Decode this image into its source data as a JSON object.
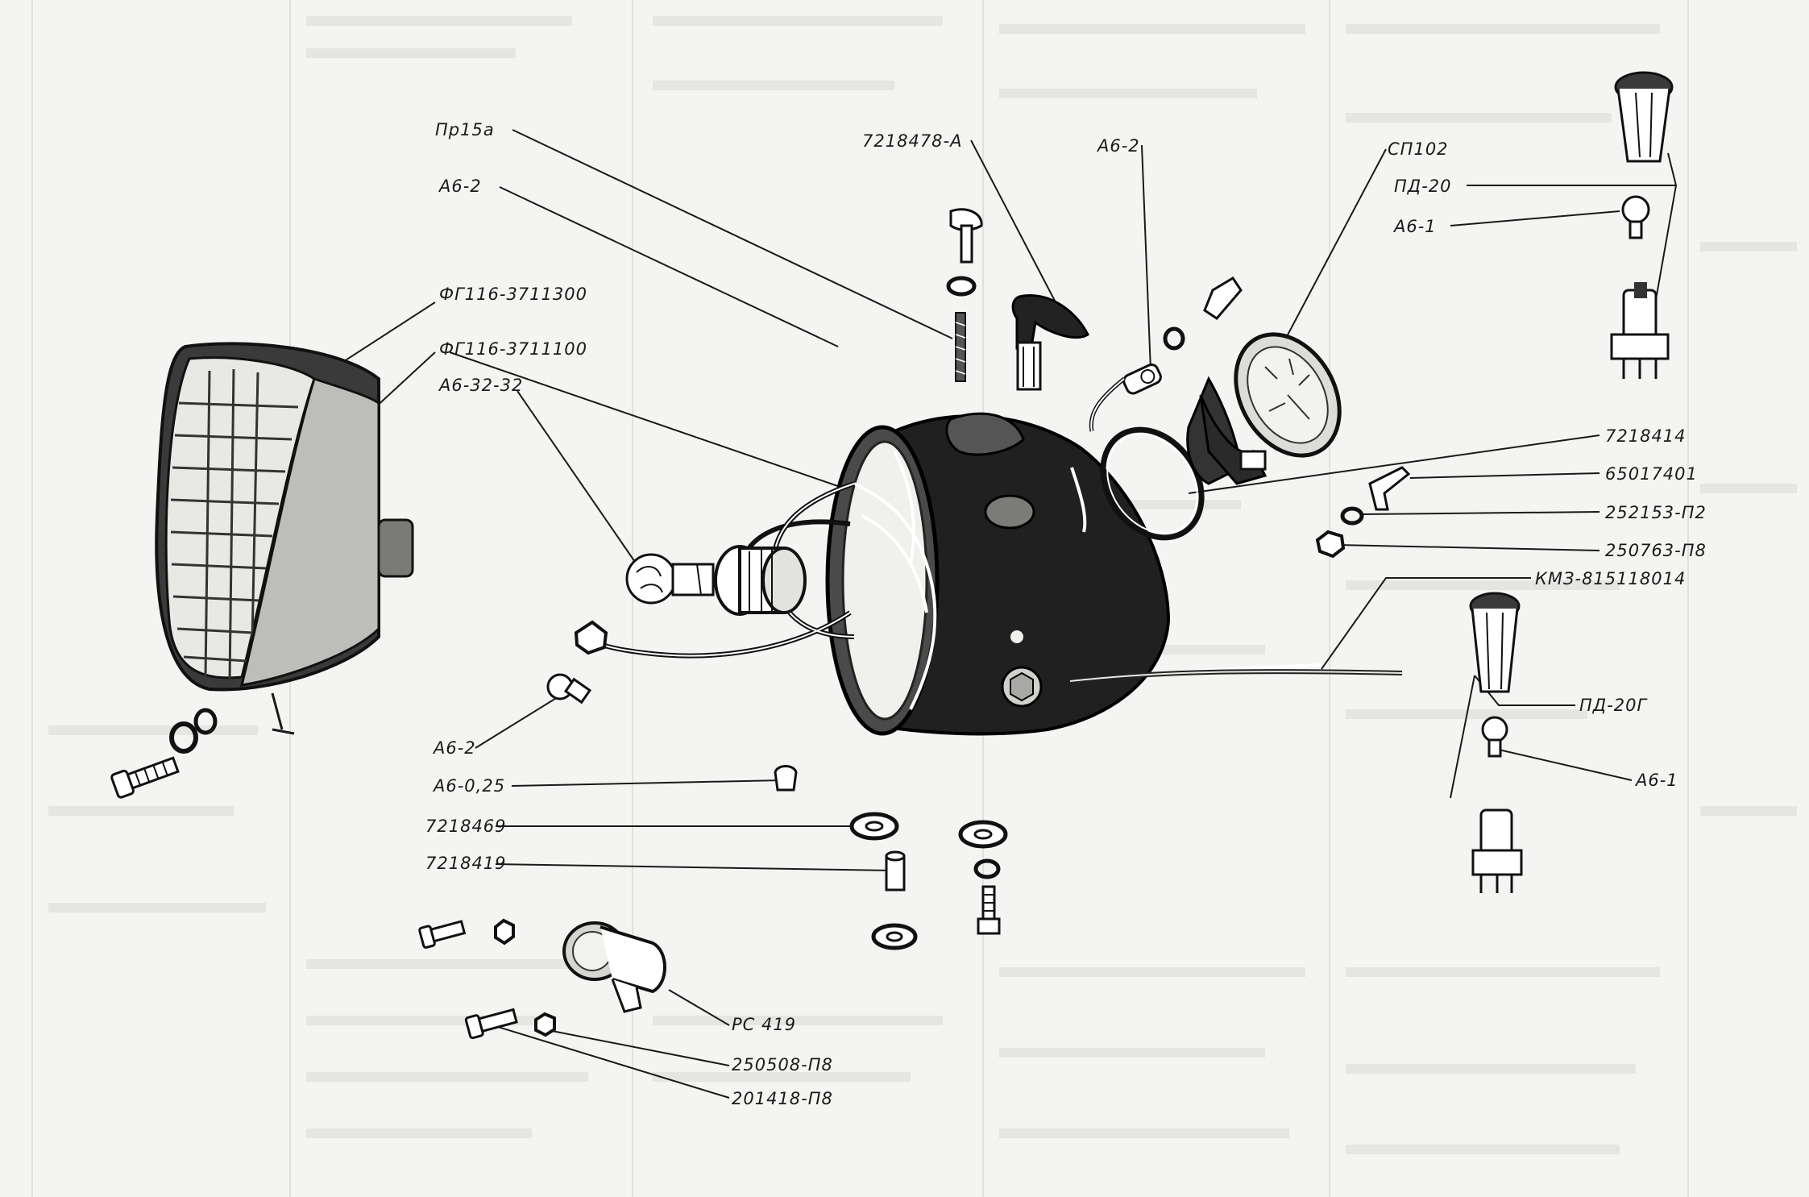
{
  "diagram": {
    "callouts": [
      {
        "id": "pr15a",
        "text": "Пр15а"
      },
      {
        "id": "a6-2-top",
        "text": "А6-2"
      },
      {
        "id": "fg116-3711300",
        "text": "ФГ116-3711300"
      },
      {
        "id": "fg116-3711100",
        "text": "ФГ116-3711100"
      },
      {
        "id": "a6-32-32",
        "text": "А6-32-32"
      },
      {
        "id": "a6-2-left",
        "text": "А6-2"
      },
      {
        "id": "a6-025",
        "text": "А6-0,25"
      },
      {
        "id": "7218469",
        "text": "7218469"
      },
      {
        "id": "7218419",
        "text": "7218419"
      },
      {
        "id": "rs419",
        "text": "РС 419"
      },
      {
        "id": "250508-p8",
        "text": "250508-П8"
      },
      {
        "id": "201418-p8",
        "text": "201418-П8"
      },
      {
        "id": "7218478-a",
        "text": "7218478-А"
      },
      {
        "id": "a6-2-mid",
        "text": "А6-2"
      },
      {
        "id": "sp102",
        "text": "СП102"
      },
      {
        "id": "pd-20",
        "text": "ПД-20"
      },
      {
        "id": "a6-1-top",
        "text": "А6-1"
      },
      {
        "id": "7218414",
        "text": "7218414"
      },
      {
        "id": "65017401",
        "text": "65017401"
      },
      {
        "id": "252153-p2",
        "text": "252153-П2"
      },
      {
        "id": "250763-p8",
        "text": "250763-П8"
      },
      {
        "id": "kmz-815118014",
        "text": "КМЗ-815118014"
      },
      {
        "id": "pd-20g",
        "text": "ПД-20Г"
      },
      {
        "id": "a6-1-bottom",
        "text": "А6-1"
      }
    ]
  }
}
